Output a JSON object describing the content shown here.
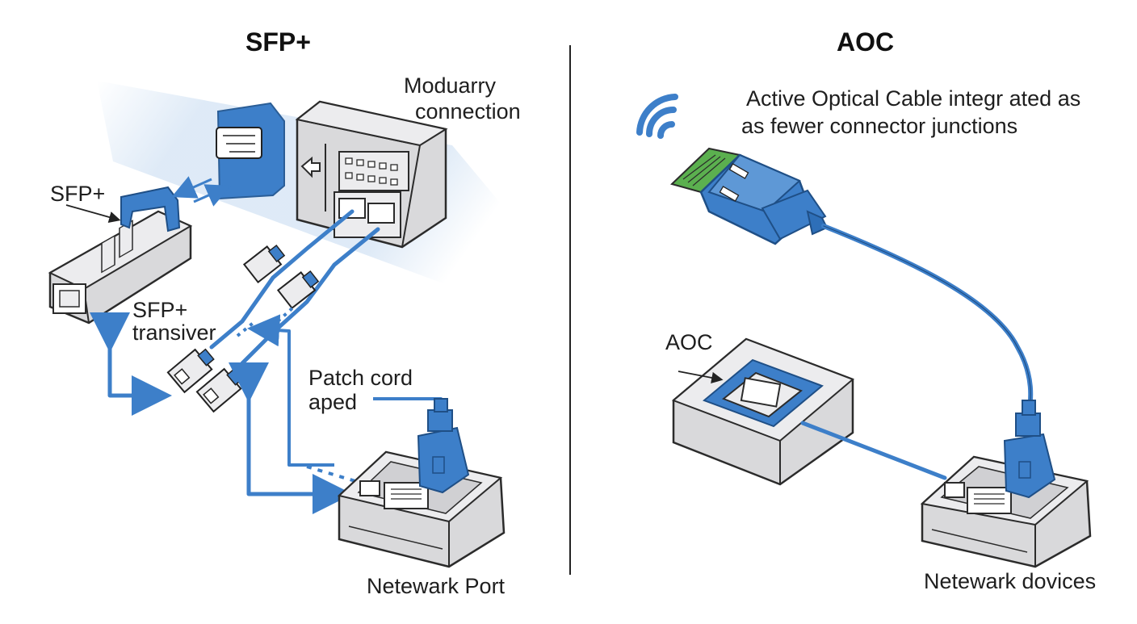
{
  "left_panel": {
    "title": "SFP+",
    "labels": {
      "modular_connection": [
        "Moduarry",
        "connection"
      ],
      "sfp": "SFP+",
      "sfp_transceiver": [
        "SFP+",
        "transiver"
      ],
      "patch_cord": [
        "Patch cord",
        "aped"
      ],
      "network_port": "Netewark Port"
    }
  },
  "right_panel": {
    "title": "AOC",
    "caption": [
      "Active Optical Cable integr ated as",
      "as fewer connector junctions"
    ],
    "labels": {
      "aoc": "AOC",
      "network_devices": "Netewark dovices"
    }
  },
  "colors": {
    "accent_blue": "#3d7fc9",
    "light_blue": "#cfe0f3",
    "device_gray": "#d9d9db",
    "outline": "#2b2b2b",
    "green_pcb": "#5bb04f"
  }
}
